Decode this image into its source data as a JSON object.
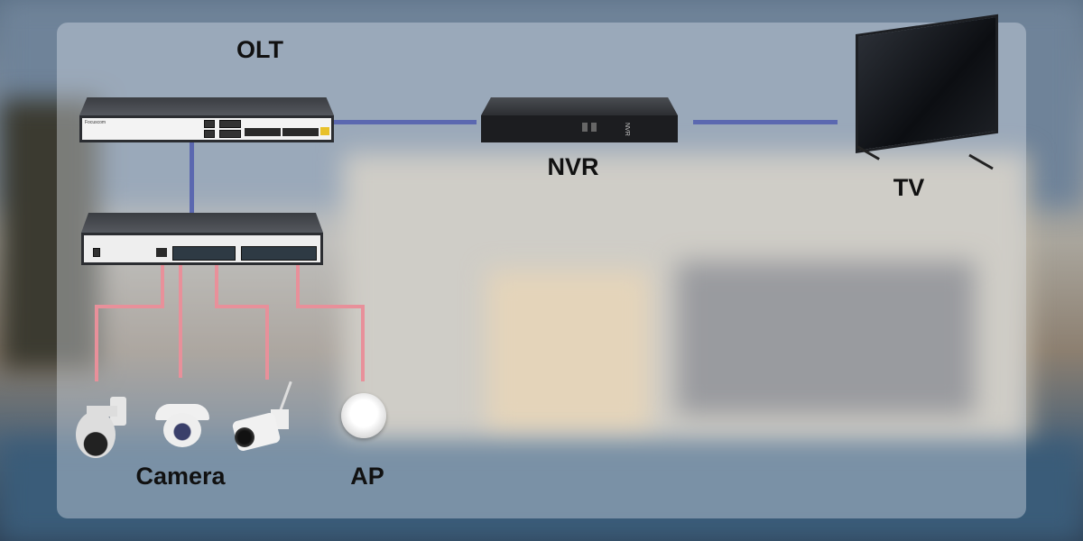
{
  "labels": {
    "olt": "OLT",
    "nvr": "NVR",
    "tv": "TV",
    "camera": "Camera",
    "ap": "AP"
  },
  "colors": {
    "fiber_link": "#5b68b0",
    "ethernet_link": "#e8909a"
  },
  "devices": {
    "olt_brand": "Focuscom",
    "nvr_badge": "NVR"
  }
}
